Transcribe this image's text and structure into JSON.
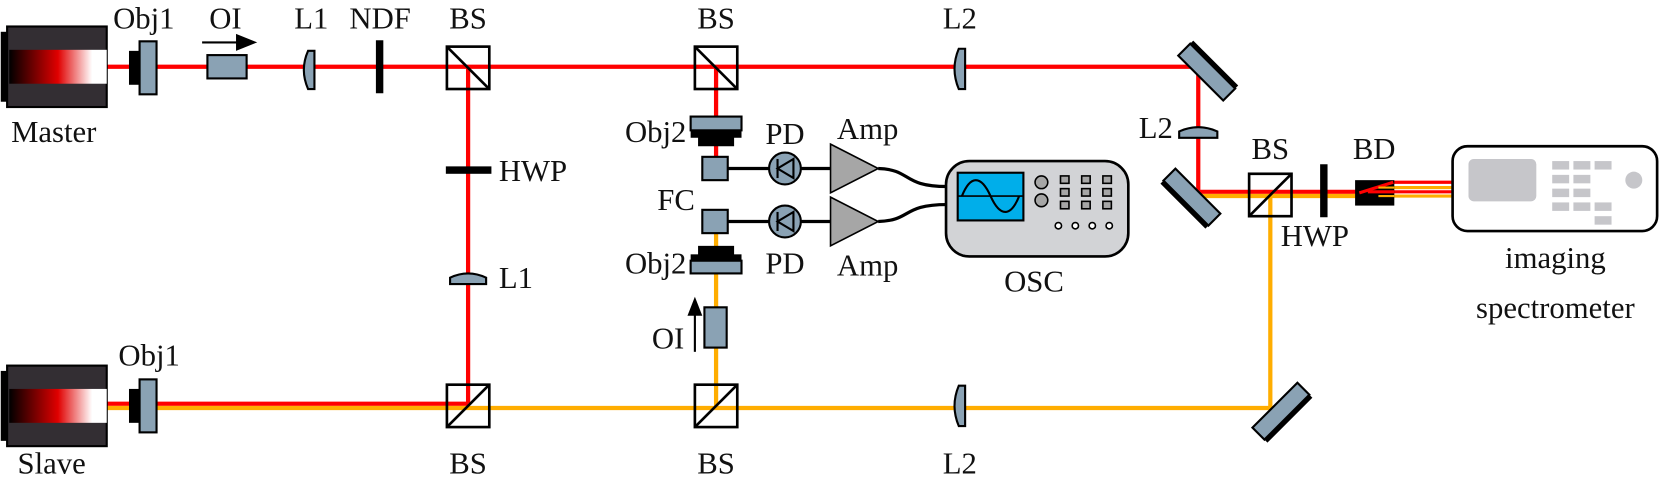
{
  "colors": {
    "master_beam": "#ff0000",
    "slave_beam": "#ffad00",
    "optic_fill": "#8aa2b4",
    "laser_body": "#332e33",
    "amp_fill": "#a6a6a6",
    "osc_body": "#d2d3d6",
    "osc_screen": "#00aeea",
    "spectrometer_panel": "#c6c6ca"
  },
  "labels": {
    "master": "Master",
    "slave": "Slave",
    "obj1_top": "Obj1",
    "obj1_bottom": "Obj1",
    "oi_top": "OI",
    "l1_top": "L1",
    "ndf": "NDF",
    "bs_top_left": "BS",
    "bs_top_mid": "BS",
    "l2_top": "L2",
    "hwp_left": "HWP",
    "l1_left": "L1",
    "bs_bottom_left": "BS",
    "bs_bottom_mid": "BS",
    "l2_bottom": "L2",
    "obj2_top": "Obj2",
    "obj2_bottom": "Obj2",
    "fc": "FC",
    "pd_top": "PD",
    "pd_bottom": "PD",
    "amp_top": "Amp",
    "amp_bottom": "Amp",
    "osc": "OSC",
    "oi_mid": "OI",
    "l2_right": "L2",
    "bs_right": "BS",
    "hwp_right": "HWP",
    "bd": "BD",
    "spectrometer_line1": "imaging",
    "spectrometer_line2": "spectrometer"
  }
}
